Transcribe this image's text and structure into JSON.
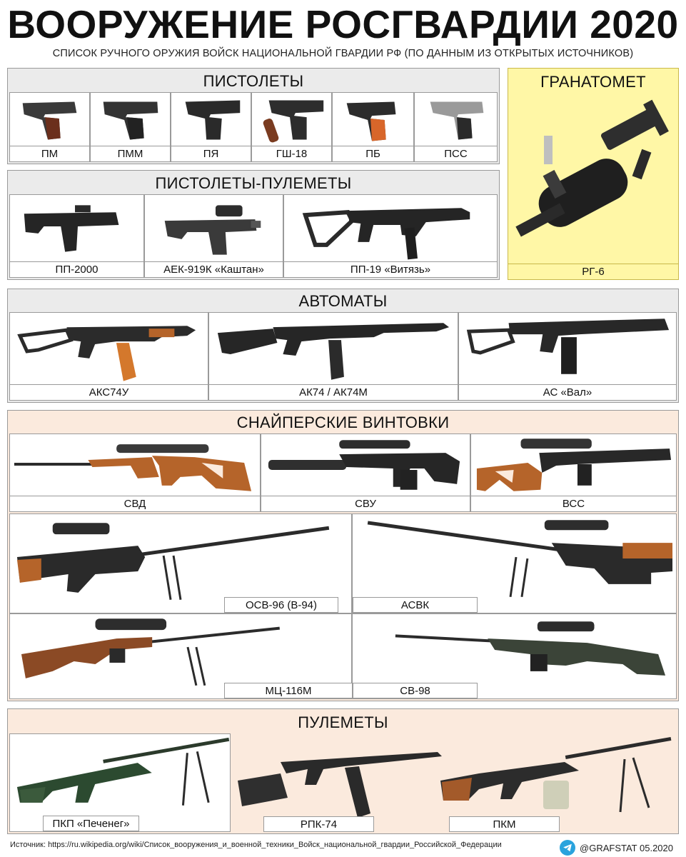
{
  "title": "ВООРУЖЕНИЕ РОСГВАРДИИ 2020",
  "subtitle": "СПИСОК РУЧНОГО ОРУЖИЯ ВОЙСК НАЦИОНАЛЬНОЙ ГВАРДИИ РФ (ПО ДАННЫМ ИЗ ОТКРЫТЫХ ИСТОЧНИКОВ)",
  "sections": {
    "pistols": {
      "title": "ПИСТОЛЕТЫ",
      "items": [
        "ПМ",
        "ПММ",
        "ПЯ",
        "ГШ-18",
        "ПБ",
        "ПСС"
      ]
    },
    "grenade_launcher": {
      "title": "ГРАНАТОМЕТ",
      "item": "РГ-6"
    },
    "smg": {
      "title": "ПИСТОЛЕТЫ-ПУЛЕМЕТЫ",
      "items": [
        "ПП-2000",
        "АЕК-919К «Каштан»",
        "ПП-19 «Витязь»"
      ]
    },
    "rifles": {
      "title": "АВТОМАТЫ",
      "items": [
        "АКС74У",
        "АК74 / АК74М",
        "АС «Вал»"
      ]
    },
    "sniper": {
      "title": "СНАЙПЕРСКИЕ ВИНТОВКИ",
      "items": [
        "СВД",
        "СВУ",
        "ВСС",
        "ОСВ-96 (В-94)",
        "АСВК",
        "МЦ-116М",
        "СВ-98"
      ]
    },
    "mg": {
      "title": "ПУЛЕМЕТЫ",
      "items": [
        "ПКП «Печенег»",
        "РПК-74",
        "ПКМ"
      ]
    }
  },
  "footer": {
    "source": "Источник: https://ru.wikipedia.org/wiki/Список_вооружения_и_военной_техники_Войск_национальной_гвардии_Российской_Федерации",
    "brand": "@GRAFSTAT 05.2020"
  },
  "colors": {
    "gray_panel": "#ebebeb",
    "peach_panel": "#fbeadd",
    "yellow_panel": "#fff7a6",
    "wood": "#b5642a",
    "metal": "#2b2b2b",
    "telegram": "#2aa3dd"
  },
  "icons": {
    "telegram": "telegram-icon"
  }
}
